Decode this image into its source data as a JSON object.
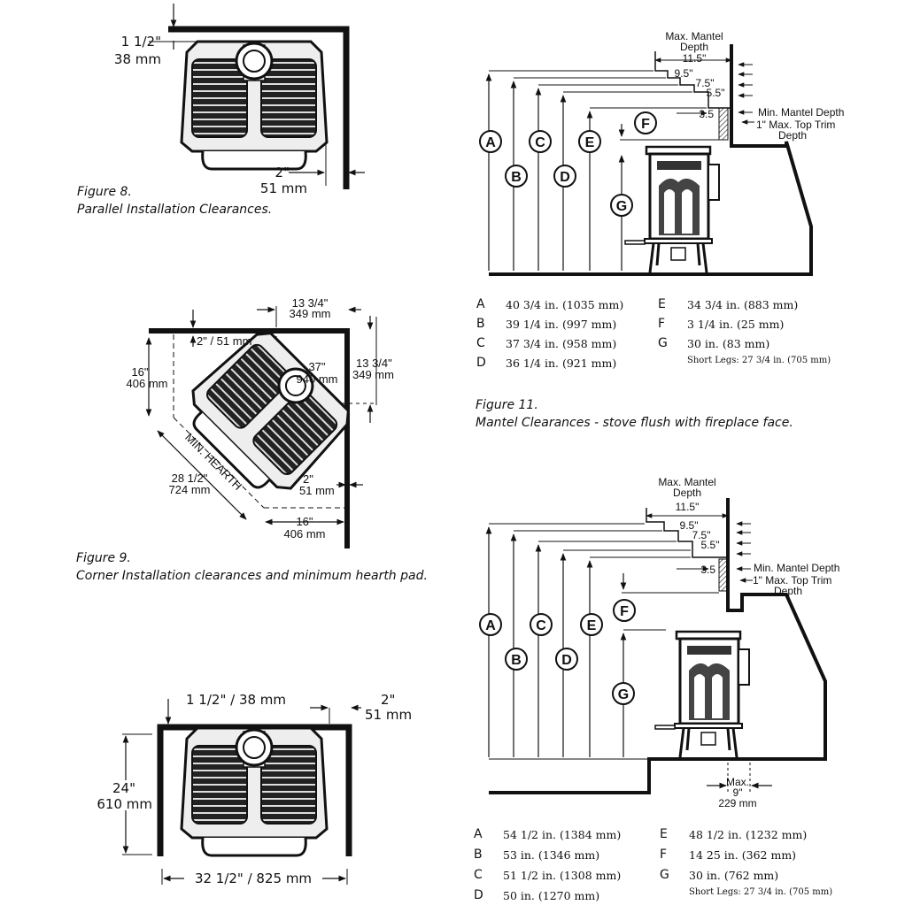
{
  "fig8": {
    "caption_1": "Figure 8.",
    "caption_2": "Parallel Installation Clearances.",
    "d_top_in": "1 1/2\"",
    "d_top_mm": "38 mm",
    "d_side_in": "2\"",
    "d_side_mm": "51 mm"
  },
  "fig9": {
    "caption_1": "Figure 9.",
    "caption_2": "Corner Installation clearances and minimum hearth pad.",
    "top_in": "13 3/4\"",
    "top_mm": "349 mm",
    "right_in": "13 3/4\"",
    "right_mm": "349 mm",
    "back": "2\" / 51 mm",
    "left_in": "16\"",
    "left_mm": "406 mm",
    "diag_in": "37\"",
    "diag_mm": "940 mm",
    "hearth_in": "28 1/2\"",
    "hearth_mm": "724 mm",
    "hearth_label": "MIN. HEARTH",
    "inner_in": "2\"",
    "inner_mm": "51 mm",
    "bottom_in": "16\"",
    "bottom_mm": "406 mm"
  },
  "fig10": {
    "top_left": "1 1/2\"  /  38 mm",
    "top_right_in": "2\"",
    "top_right_mm": "51 mm",
    "left_in": "24\"",
    "left_mm": "610 mm",
    "bottom": "32 1/2\"  /  825 mm"
  },
  "fig11": {
    "caption_1": "Figure 11.",
    "caption_2": "Mantel Clearances - stove flush with fireplace face.",
    "max_mantel_1": "Max. Mantel",
    "max_mantel_2": "Depth",
    "d115": "11.5\"",
    "d95": "9.5\"",
    "d75": "7.5\"",
    "d55": "5.5\"",
    "d35": "3.5",
    "min_mantel": "Min. Mantel Depth",
    "trim_1": "1\" Max. Top Trim",
    "trim_2": "Depth",
    "letters": [
      "A",
      "B",
      "C",
      "D",
      "E",
      "F",
      "G"
    ],
    "table": [
      {
        "k": "A",
        "v": "40 3/4 in. (1035 mm)"
      },
      {
        "k": "B",
        "v": "39 1/4 in. (997 mm)"
      },
      {
        "k": "C",
        "v": "37 3/4 in. (958 mm)"
      },
      {
        "k": "D",
        "v": "36 1/4 in. (921 mm)"
      },
      {
        "k": "E",
        "v": "34 3/4 in. (883 mm)"
      },
      {
        "k": "F",
        "v": "3 1/4 in. (25 mm)"
      },
      {
        "k": "G",
        "v": "30 in. (83 mm)"
      }
    ],
    "short_legs": "Short Legs: 27 3/4 in. (705 mm)"
  },
  "fig12": {
    "max_mantel_1": "Max. Mantel",
    "max_mantel_2": "Depth",
    "d115": "11.5\"",
    "d95": "9.5\"",
    "d75": "7.5\"",
    "d55": "5.5\"",
    "d35": "3.5",
    "min_mantel": "Min. Mantel Depth",
    "trim_1": "1\" Max. Top Trim",
    "trim_2": "Depth",
    "hearth_1": "Max.",
    "hearth_2": "9\"",
    "hearth_3": "229 mm",
    "letters": [
      "A",
      "B",
      "C",
      "D",
      "E",
      "F",
      "G"
    ],
    "table": [
      {
        "k": "A",
        "v": "54 1/2 in. (1384 mm)"
      },
      {
        "k": "B",
        "v": "53 in. (1346 mm)"
      },
      {
        "k": "C",
        "v": "51 1/2 in. (1308 mm)"
      },
      {
        "k": "D",
        "v": "50 in. (1270 mm)"
      },
      {
        "k": "E",
        "v": "48 1/2 in. (1232 mm)"
      },
      {
        "k": "F",
        "v": "14 25 in. (362 mm)"
      },
      {
        "k": "G",
        "v": "30 in. (762 mm)"
      }
    ],
    "short_legs": "Short Legs: 27 3/4 in. (705 mm)"
  }
}
